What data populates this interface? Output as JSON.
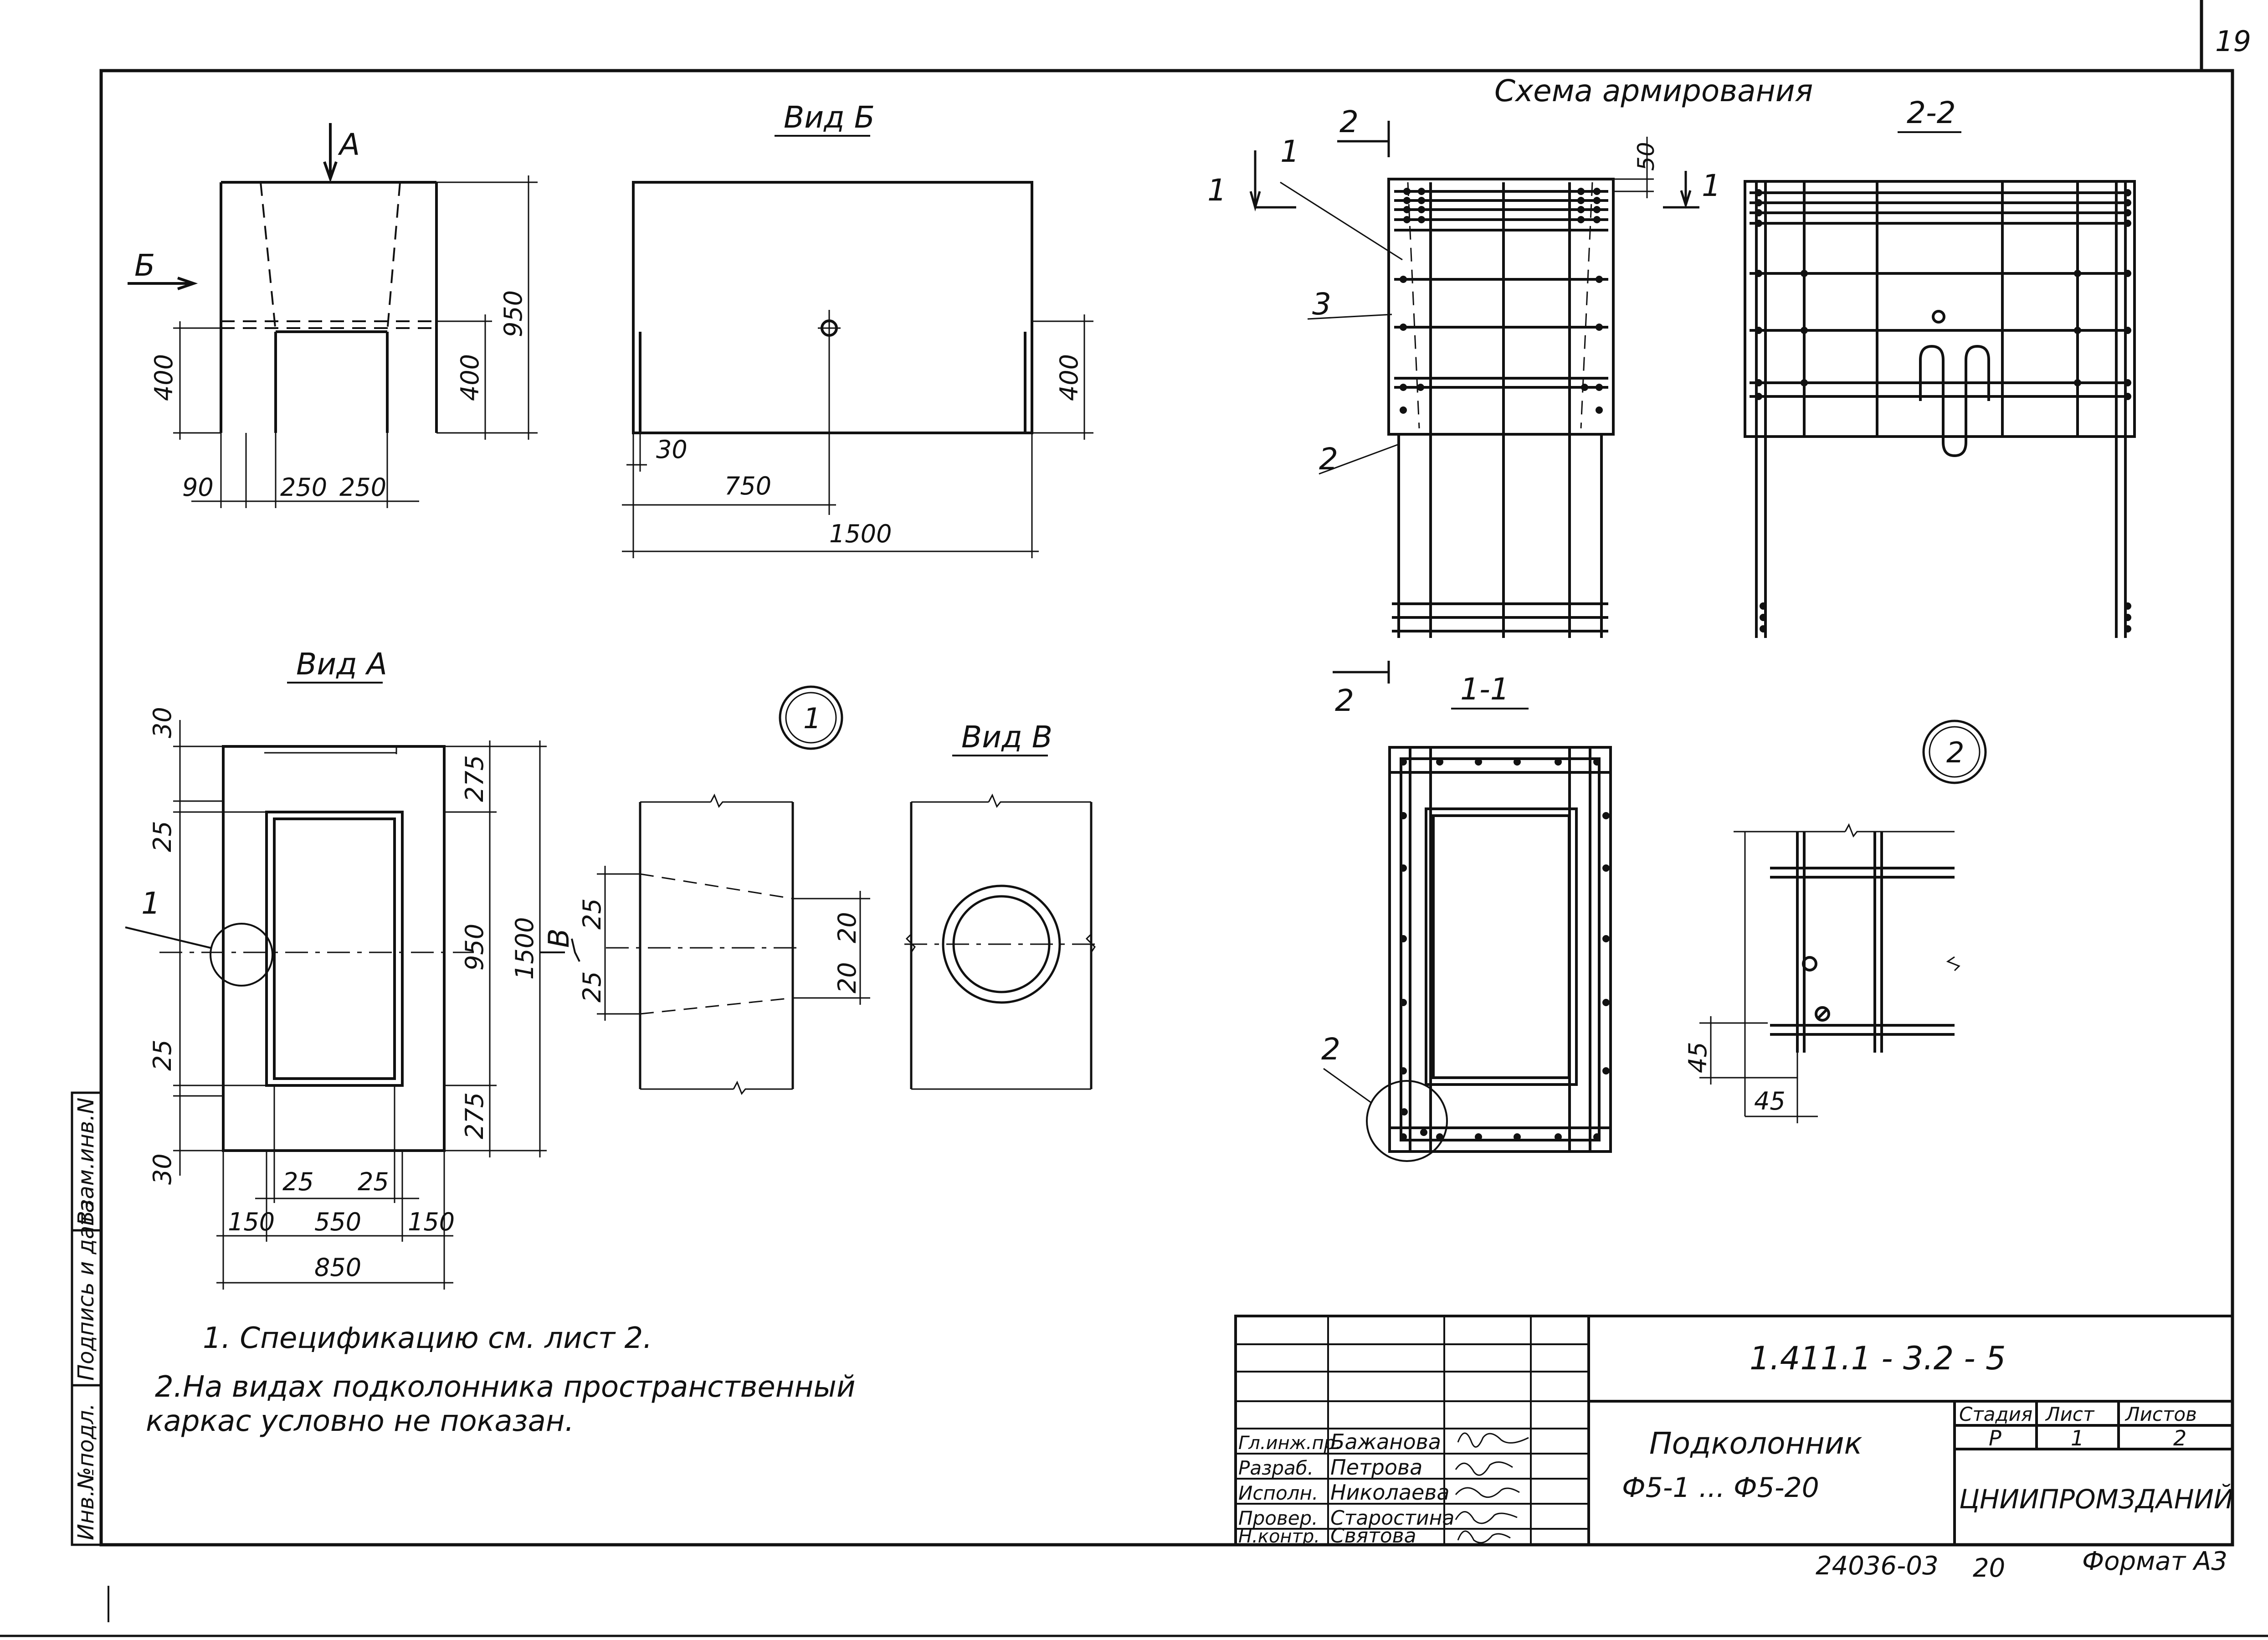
{
  "page_number": "19",
  "views": {
    "vid_b": "Вид Б",
    "vid_a": "Вид А",
    "vid_v": "Вид В",
    "scheme": "Схема армирования",
    "sec_22": "2-2",
    "sec_11": "1-1"
  },
  "markers": {
    "A": "А",
    "B": "Б",
    "V": "В",
    "n1": "1",
    "n2": "2",
    "n3": "3"
  },
  "nodes": {
    "node1": "1",
    "node2": "2"
  },
  "dims": {
    "front": {
      "d400l": "400",
      "d400r": "400",
      "d950": "950",
      "d90": "90",
      "d250a": "250",
      "d250b": "250"
    },
    "vidb": {
      "d30": "30",
      "d750": "750",
      "d1500": "1500",
      "d400": "400"
    },
    "vida": {
      "d30t": "30",
      "d25t": "25",
      "d25b": "25",
      "d30b": "30",
      "d275t": "275",
      "d950": "950",
      "d1500": "1500",
      "d275b": "275",
      "d25l": "25",
      "d25r": "25",
      "d150l": "150",
      "d550": "550",
      "d150r": "150",
      "d850": "850"
    },
    "node1": {
      "d25a": "25",
      "d25b": "25",
      "d20a": "20",
      "d20b": "20"
    },
    "scheme": {
      "d50": "50"
    },
    "node2": {
      "d45v": "45",
      "d45h": "45"
    }
  },
  "notes": [
    "1. Спецификацию  см.  лист 2.",
    "2.На  видах  подколонника  пространственный",
    "каркас  условно  не  показан."
  ],
  "side_stamp": [
    "Инв.№подл.",
    "Подпись и дата",
    "Взам.инв.N"
  ],
  "title_block": {
    "doc_code": "1.411.1 - 3.2 - 5",
    "rows": [
      {
        "role": "Гл.инж.пр.",
        "name": "Бажанова"
      },
      {
        "role": "Разраб.",
        "name": "Петрова"
      },
      {
        "role": "Исполн.",
        "name": "Николаева"
      },
      {
        "role": "Провер.",
        "name": "Старостина"
      },
      {
        "role": "Н.контр.",
        "name": "Святова"
      }
    ],
    "name_line1": "Подколонник",
    "name_line2": "Ф5-1 ... Ф5-20",
    "stage_label": "Стадия",
    "sheet_label": "Лист",
    "sheets_label": "Листов",
    "stage": "Р",
    "sheet": "1",
    "sheets": "2",
    "org": "ЦНИИПРОМЗДАНИЙ"
  },
  "footer": {
    "order": "24036-03",
    "page": "20",
    "format": "Формат А3"
  }
}
